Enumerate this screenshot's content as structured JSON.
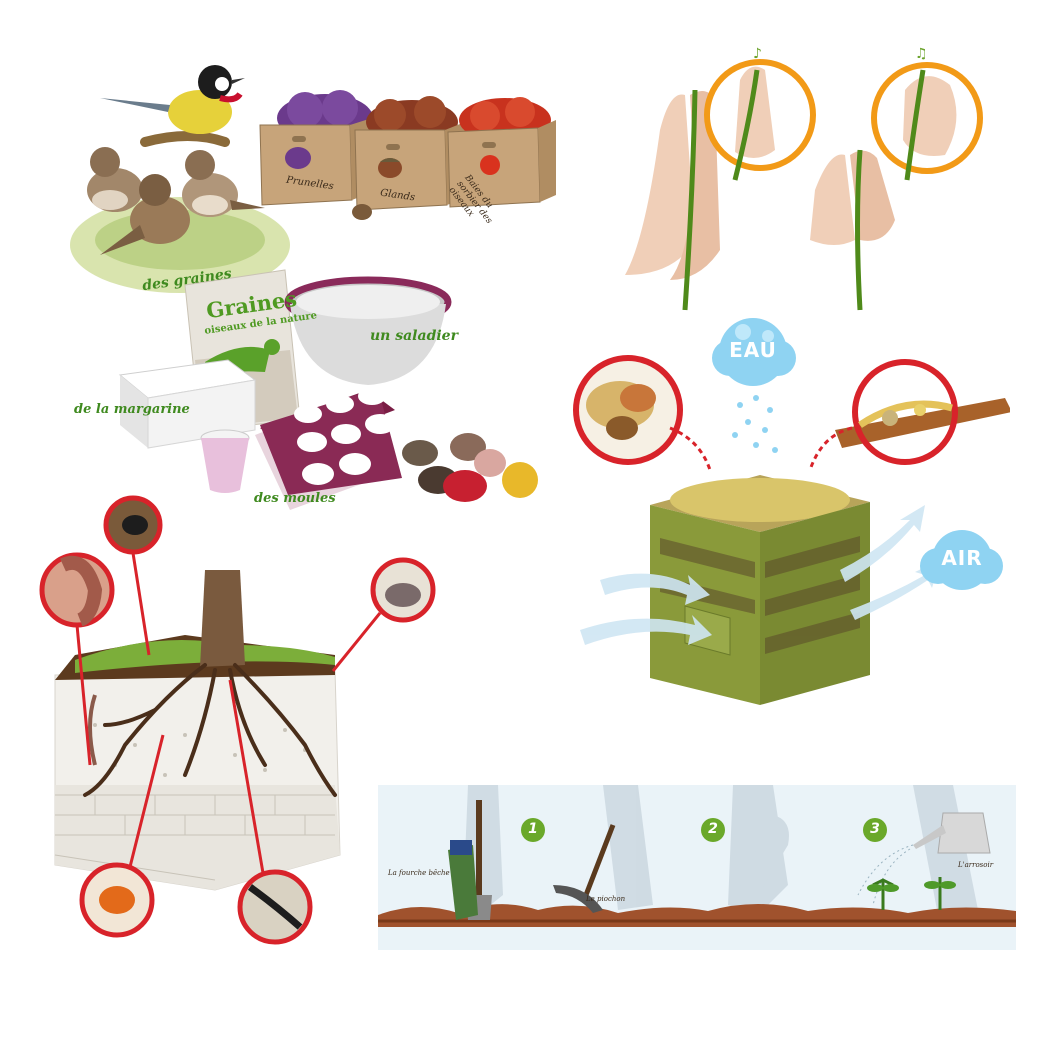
{
  "birds_panel": {
    "crate_labels": [
      "Prunelles",
      "Glands",
      "Baies du sorbier des oiseaux"
    ],
    "caption_seeds": "des graines",
    "bag_title": "Graines",
    "bag_subtitle": "oiseaux de la nature",
    "caption_bowl": "un saladier",
    "caption_margarine": "de la margarine",
    "caption_moulds": "des moules"
  },
  "compost_panel": {
    "water_label": "EAU",
    "air_label": "AIR"
  },
  "garden_panel": {
    "steps": [
      "1",
      "2",
      "3"
    ],
    "tool_fork": "La fourche bêche",
    "tool_pick": "Le piochon",
    "tool_can": "L'arrosoir"
  },
  "colors": {
    "caption_green": "#3f8a1f",
    "ring_orange": "#f29a17",
    "ring_red": "#d8232a",
    "crate_tan": "#c7a47a",
    "compost_green": "#8a9a3a"
  }
}
